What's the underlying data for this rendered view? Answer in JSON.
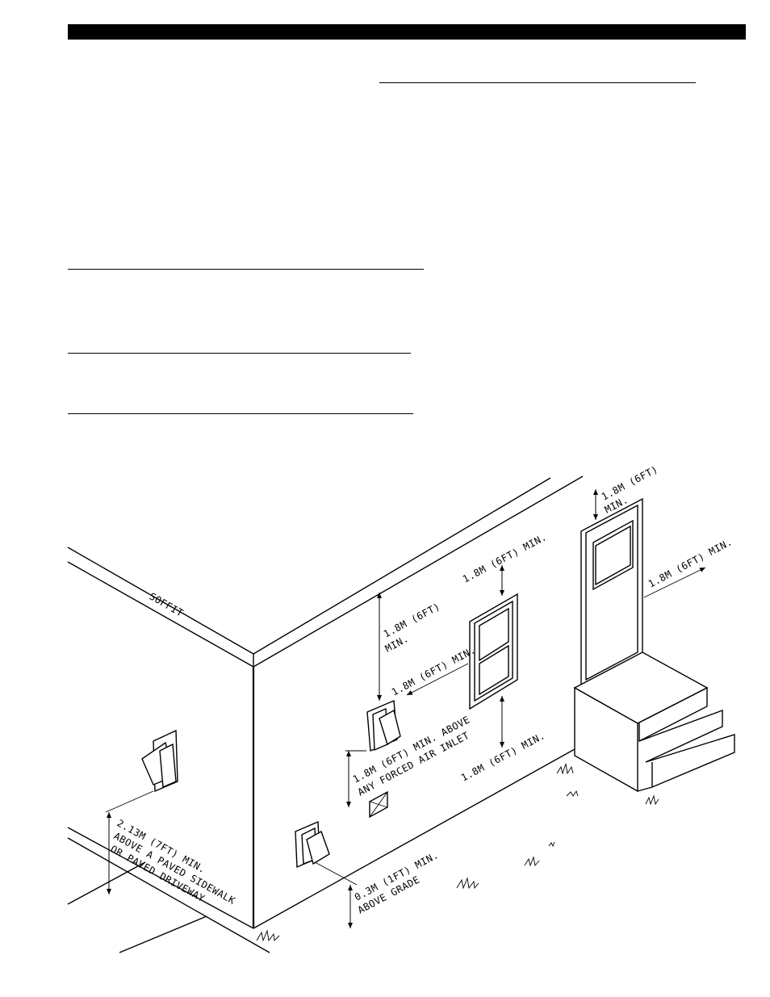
{
  "figure": {
    "labels": {
      "soffit": "SOFFIT",
      "door_top_1": "1.8M (6FT)",
      "door_top_2": "MIN.",
      "door_side": "1.8M (6FT) MIN.",
      "window_top": "1.8M (6FT) MIN.",
      "soffit_clear_1": "1.8M (6FT)",
      "soffit_clear_2": "MIN.",
      "window_side": "1.8M (6FT) MIN.",
      "window_bottom": "1.8M (6FT) MIN.",
      "inlet_1": "1.8M (6FT) MIN. ABOVE",
      "inlet_2": "ANY FORCED AIR INLET",
      "sidewalk_1": "2.13M (7FT) MIN.",
      "sidewalk_2": "ABOVE A PAVED SIDEWALK",
      "sidewalk_3": "OR PAVED DRIVEWAY",
      "grade_1": "0.3M (1FT) MIN.",
      "grade_2": "ABOVE GRADE"
    }
  }
}
